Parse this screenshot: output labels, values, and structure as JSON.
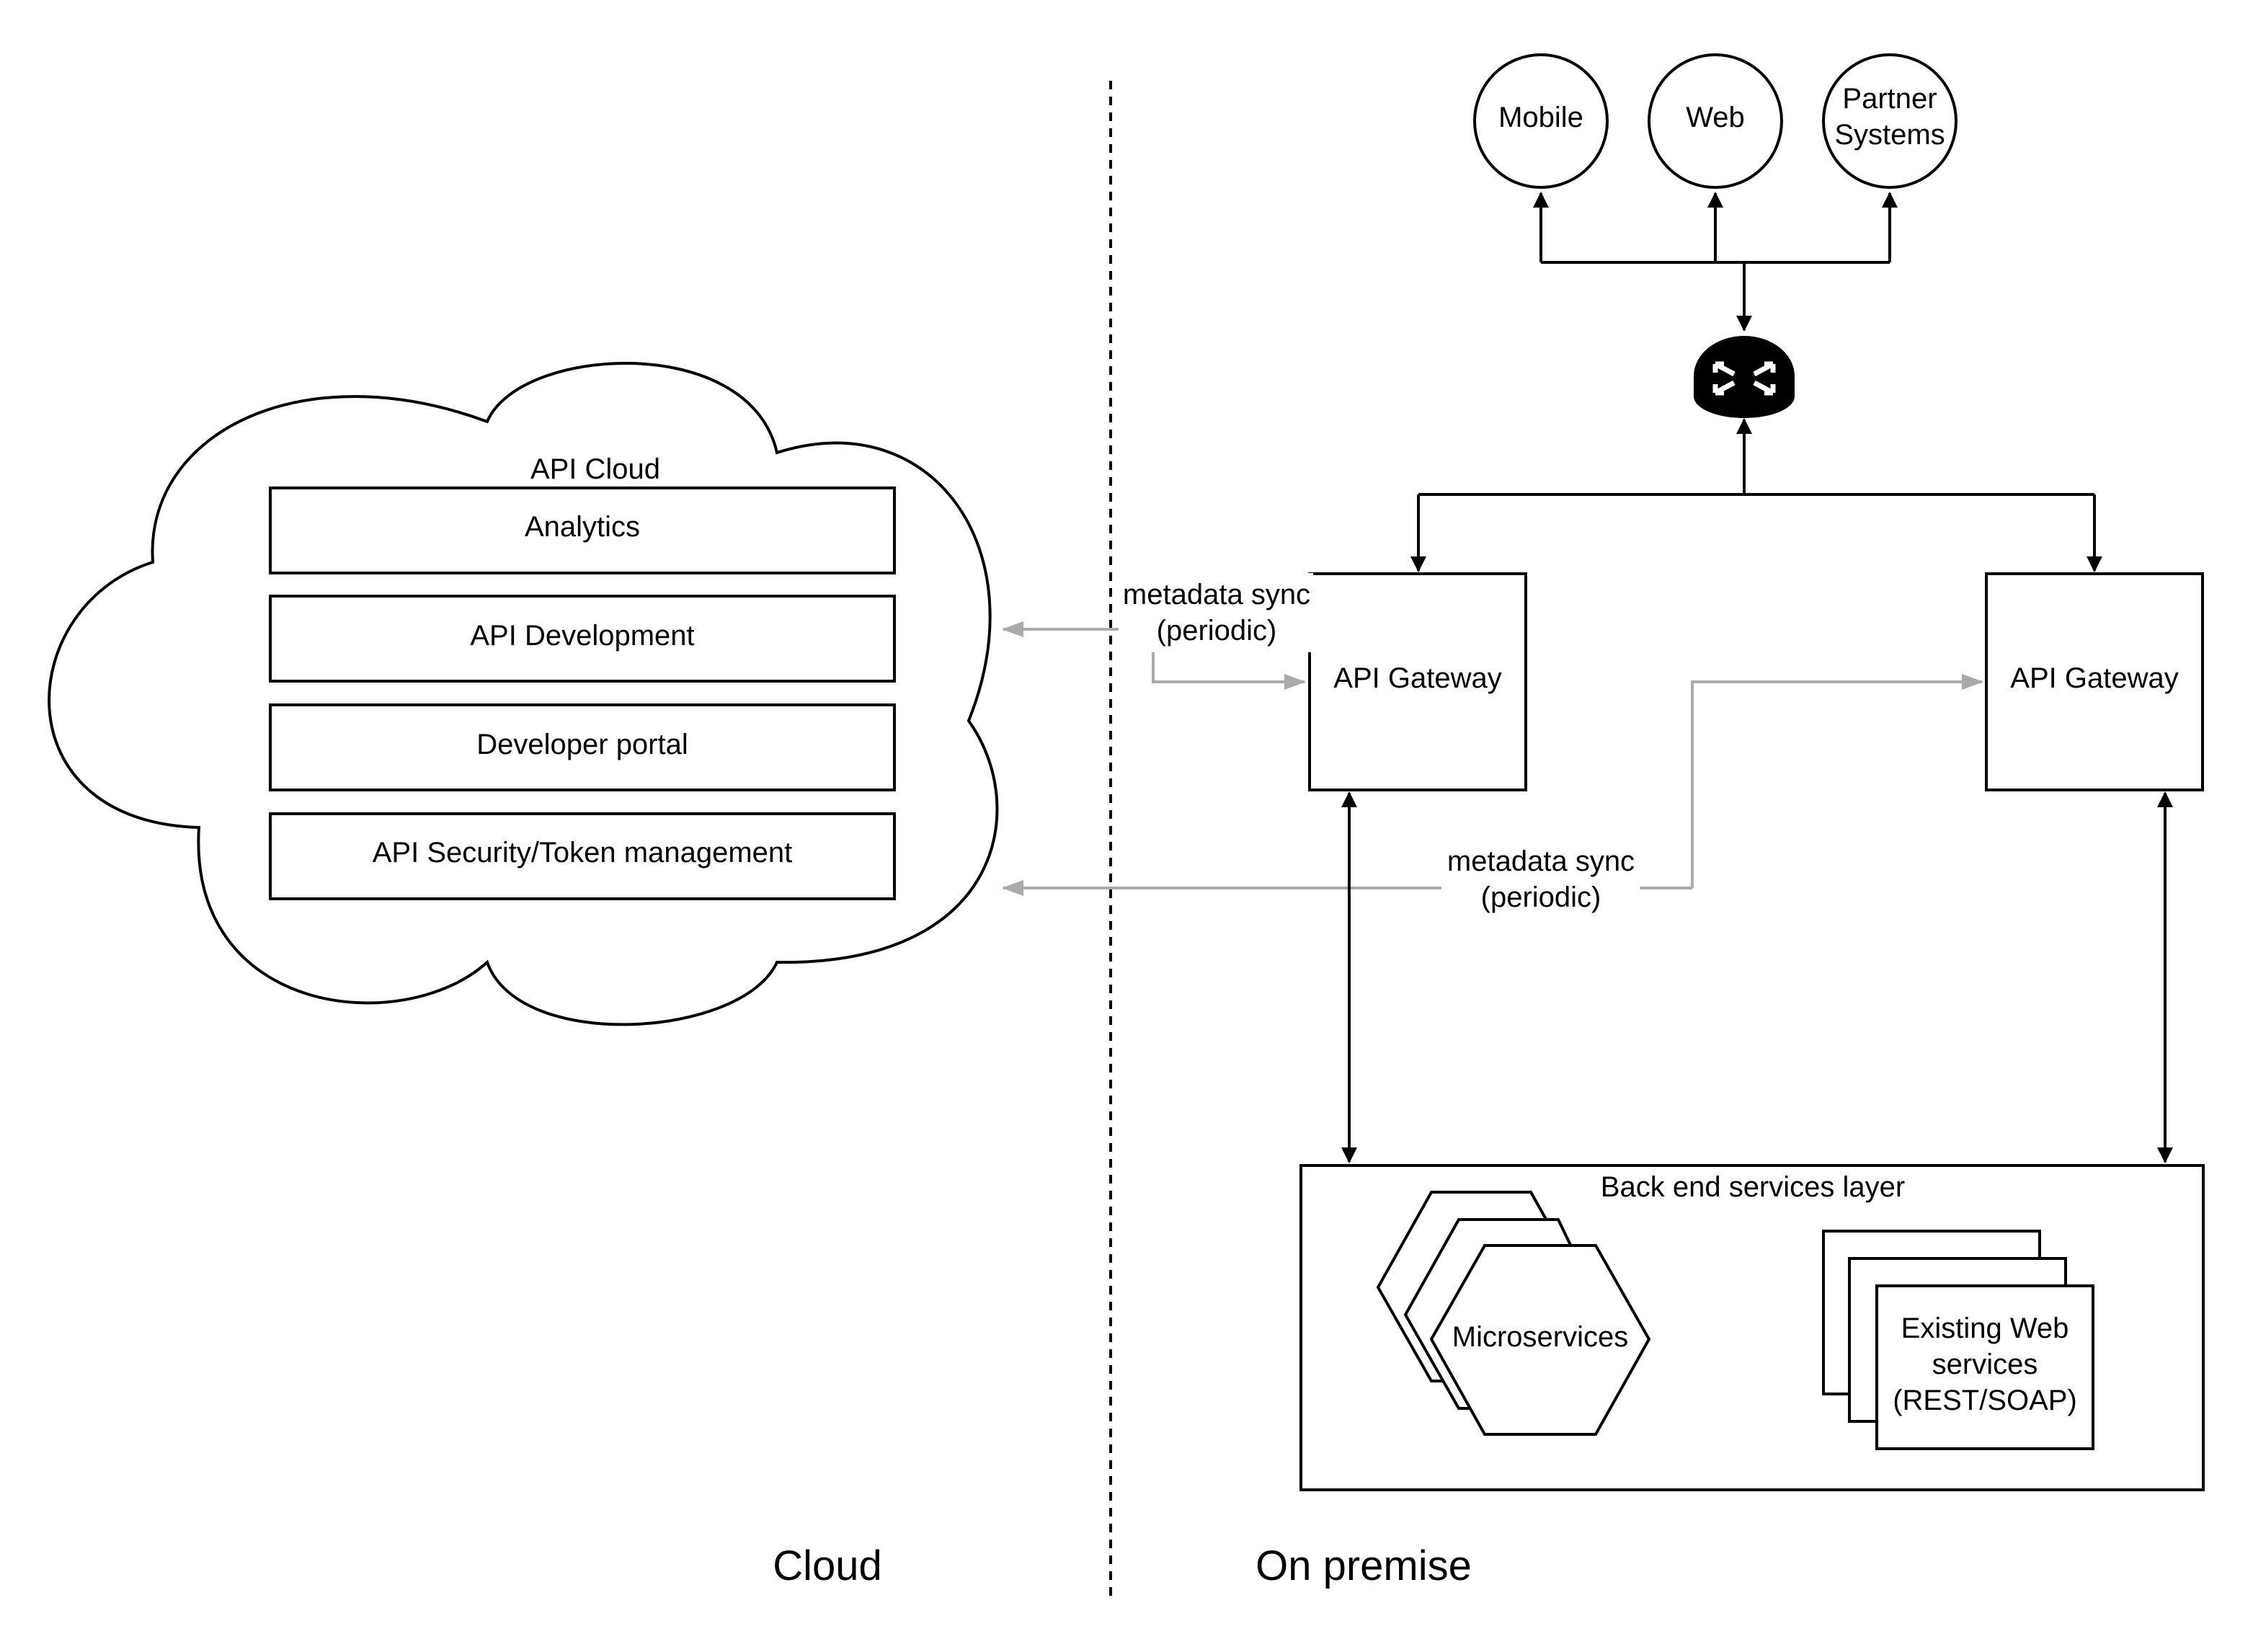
{
  "api_cloud": {
    "title": "API Cloud",
    "modules": [
      "Analytics",
      "API Development",
      "Developer portal",
      "API Security/Token management"
    ]
  },
  "clients": [
    {
      "lines": [
        "Mobile"
      ]
    },
    {
      "lines": [
        "Web"
      ]
    },
    {
      "lines": [
        "Partner",
        "Systems"
      ]
    }
  ],
  "router": {
    "icon": "router-icon"
  },
  "gateways": [
    "API Gateway",
    "API Gateway"
  ],
  "sync_labels": [
    {
      "line1": "metadata sync",
      "line2": "(periodic)"
    },
    {
      "line1": "metadata sync",
      "line2": "(periodic)"
    }
  ],
  "backend": {
    "title": "Back end services layer",
    "microservices": "Microservices",
    "web_services": [
      "Existing Web",
      "services",
      "(REST/SOAP)"
    ]
  },
  "zones": {
    "left": "Cloud",
    "right": "On premise"
  },
  "colors": {
    "line": "#000000",
    "sync_line": "#aaaaaa"
  }
}
